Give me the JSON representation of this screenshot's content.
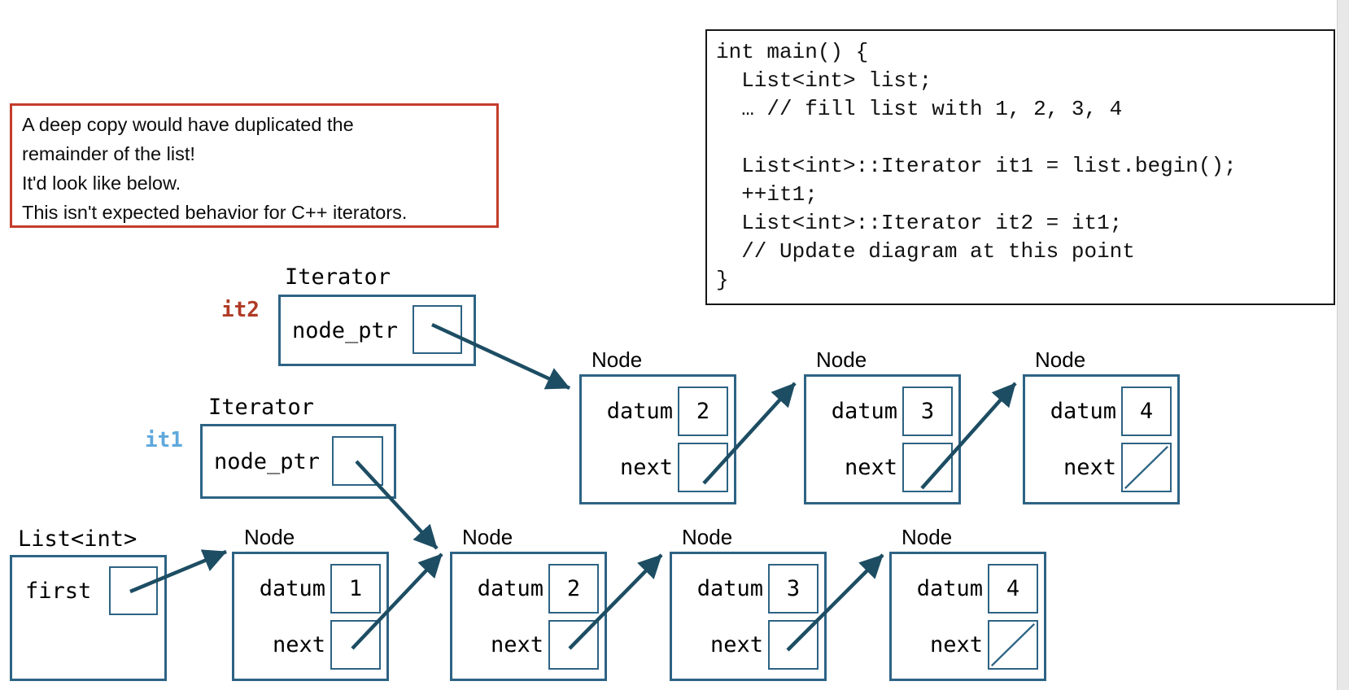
{
  "note_box": {
    "lines": [
      "A deep copy would have duplicated the",
      "remainder of the list!",
      "It'd look like below.",
      "This isn't expected behavior for C++ iterators."
    ]
  },
  "code_panel": {
    "lines": [
      "int main() {",
      "  List<int> list;",
      "  … // fill list with 1, 2, 3, 4",
      "",
      "  List<int>::Iterator it1 = list.begin();",
      "  ++it1;",
      "  List<int>::Iterator it2 = it1;",
      "  // Update diagram at this point",
      "}"
    ]
  },
  "diagram": {
    "colors": {
      "box_border": "#2d6384",
      "arrow": "#1d4d63",
      "it2_label": "#b03a26",
      "it1_label": "#5fa8dc",
      "note_border": "#c43c2b"
    },
    "iterator_it2": {
      "name": "it2",
      "type_label": "Iterator",
      "field_label": "node_ptr"
    },
    "iterator_it1": {
      "name": "it1",
      "type_label": "Iterator",
      "field_label": "node_ptr"
    },
    "list": {
      "type_label": "List<int>",
      "field_label": "first"
    },
    "copy_row": {
      "node2": {
        "title": "Node",
        "datum_label": "datum",
        "next_label": "next",
        "datum": "2"
      },
      "node3": {
        "title": "Node",
        "datum_label": "datum",
        "next_label": "next",
        "datum": "3"
      },
      "node4": {
        "title": "Node",
        "datum_label": "datum",
        "next_label": "next",
        "datum": "4"
      }
    },
    "list_row": {
      "node1": {
        "title": "Node",
        "datum_label": "datum",
        "next_label": "next",
        "datum": "1"
      },
      "node2": {
        "title": "Node",
        "datum_label": "datum",
        "next_label": "next",
        "datum": "2"
      },
      "node3": {
        "title": "Node",
        "datum_label": "datum",
        "next_label": "next",
        "datum": "3"
      },
      "node4": {
        "title": "Node",
        "datum_label": "datum",
        "next_label": "next",
        "datum": "4"
      }
    }
  }
}
